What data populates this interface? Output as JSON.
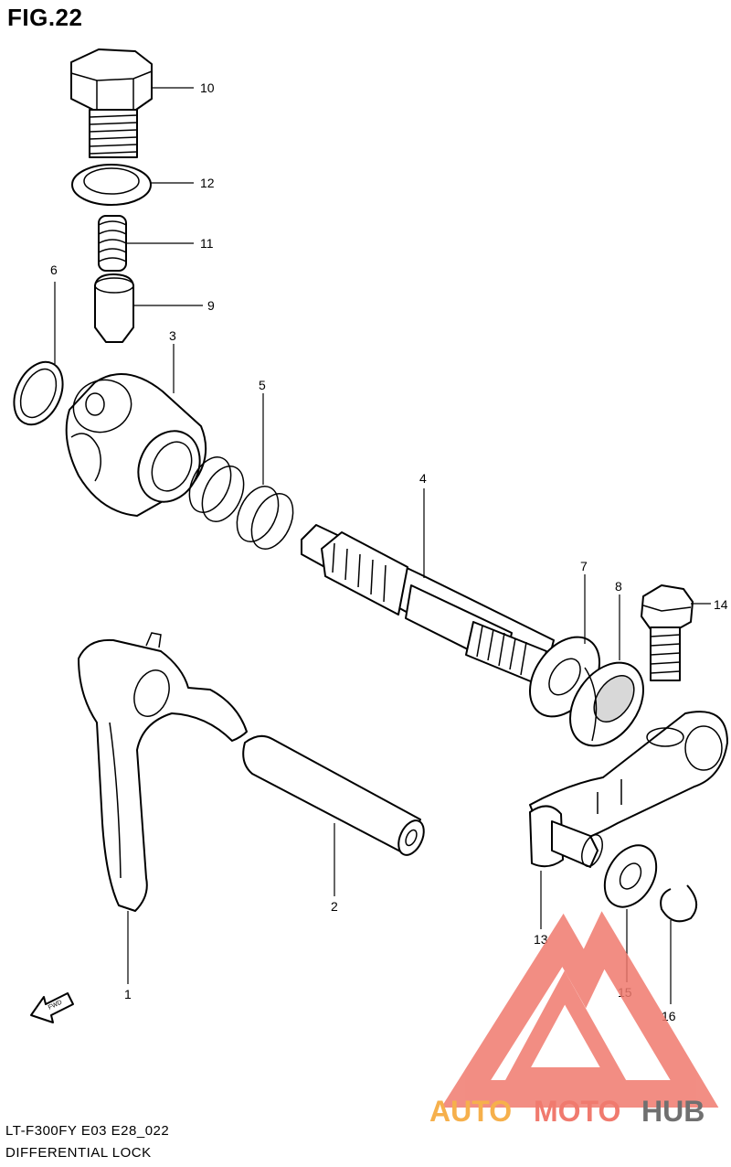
{
  "figure": {
    "title": "FIG.22"
  },
  "footer": {
    "model_line": "LT-F300FY E03 E28_022",
    "caption": "DIFFERENTIAL LOCK"
  },
  "callouts": [
    "1",
    "2",
    "3",
    "4",
    "5",
    "6",
    "7",
    "8",
    "9",
    "10",
    "11",
    "12",
    "13",
    "14",
    "15",
    "16"
  ],
  "fwd_label": "FWD",
  "watermark": {
    "word_part1": "AUTO",
    "word_part2": "MOTO",
    "word_part3": "HUB",
    "color_orange": "#f6b04c",
    "color_red": "#f07a6e",
    "color_gray": "#707070"
  }
}
